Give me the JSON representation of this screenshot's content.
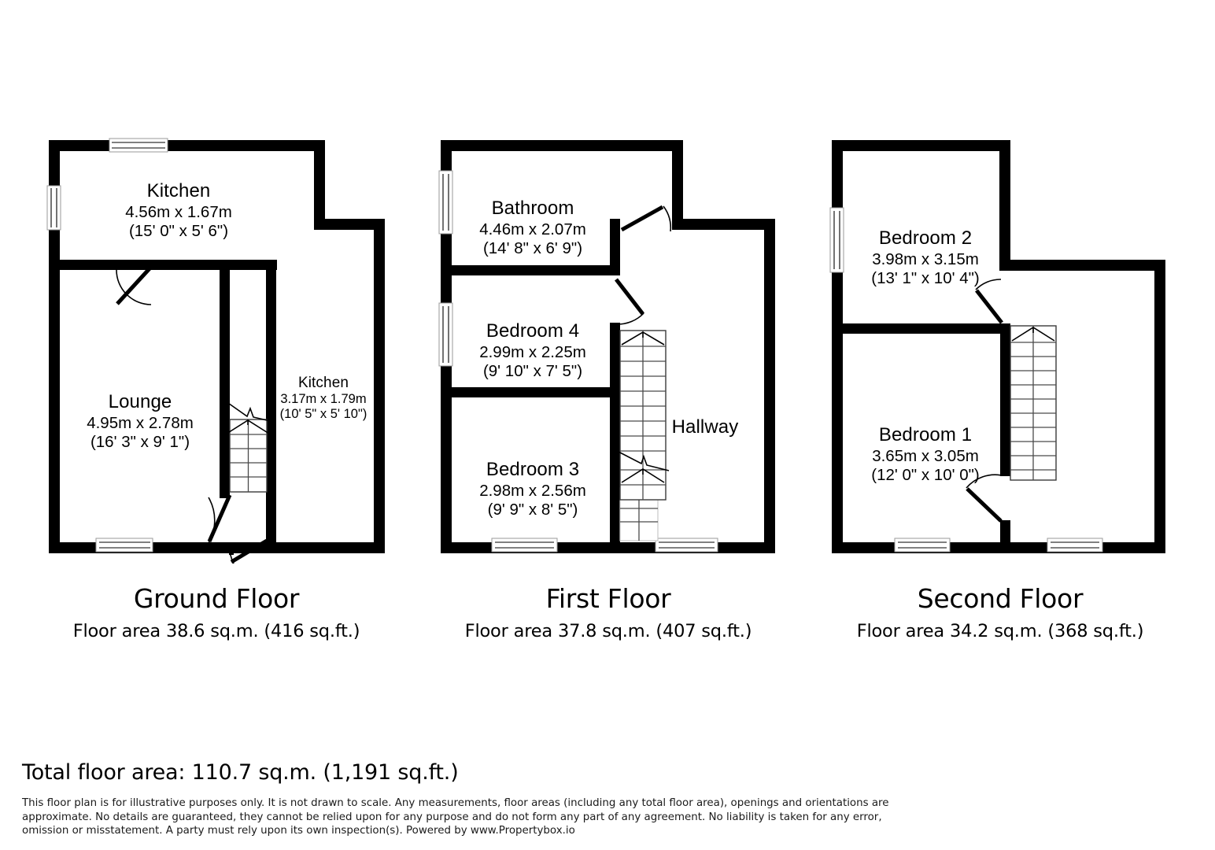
{
  "document": {
    "type": "floor-plan",
    "total_area_text": "Total floor area: 110.7 sq.m. (1,191 sq.ft.)",
    "disclaimer": "This floor plan is for illustrative purposes only. It is not drawn to scale. Any measurements, floor areas (including any total floor area), openings and orientations are approximate. No details are guaranteed, they cannot be relied upon for any purpose and do not form any part of any agreement. No liability is taken for any error, omission or misstatement. A party must rely upon its own inspection(s). Powered by www.Propertybox.io",
    "colors": {
      "wall": "#000000",
      "background": "#ffffff",
      "stair_line": "#4a4a4a",
      "text": "#000000"
    }
  },
  "floors": [
    {
      "id": "ground",
      "title": "Ground Floor",
      "area_text": "Floor area 38.6 sq.m. (416 sq.ft.)",
      "area_sqm": 38.6,
      "area_sqft": 416,
      "rooms": [
        {
          "name": "Kitchen",
          "dim_metric": "4.56m x 1.67m",
          "dim_imperial": "(15' 0\" x 5' 6\")",
          "width_m": 4.56,
          "depth_m": 1.67
        },
        {
          "name": "Lounge",
          "dim_metric": "4.95m x 2.78m",
          "dim_imperial": "(16' 3\" x 9' 1\")",
          "width_m": 4.95,
          "depth_m": 2.78
        },
        {
          "name": "Kitchen",
          "dim_metric": "3.17m x 1.79m",
          "dim_imperial": "(10' 5\" x 5' 10\")",
          "width_m": 3.17,
          "depth_m": 1.79
        }
      ]
    },
    {
      "id": "first",
      "title": "First Floor",
      "area_text": "Floor area 37.8 sq.m. (407 sq.ft.)",
      "area_sqm": 37.8,
      "area_sqft": 407,
      "rooms": [
        {
          "name": "Bathroom",
          "dim_metric": "4.46m x 2.07m",
          "dim_imperial": "(14' 8\" x 6' 9\")",
          "width_m": 4.46,
          "depth_m": 2.07
        },
        {
          "name": "Bedroom 4",
          "dim_metric": "2.99m x 2.25m",
          "dim_imperial": "(9' 10\" x 7' 5\")",
          "width_m": 2.99,
          "depth_m": 2.25
        },
        {
          "name": "Bedroom 3",
          "dim_metric": "2.98m x 2.56m",
          "dim_imperial": "(9' 9\" x 8' 5\")",
          "width_m": 2.98,
          "depth_m": 2.56
        },
        {
          "name": "Hallway",
          "dim_metric": "",
          "dim_imperial": "",
          "width_m": null,
          "depth_m": null
        }
      ]
    },
    {
      "id": "second",
      "title": "Second Floor",
      "area_text": "Floor area 34.2 sq.m. (368 sq.ft.)",
      "area_sqm": 34.2,
      "area_sqft": 368,
      "rooms": [
        {
          "name": "Bedroom 2",
          "dim_metric": "3.98m x 3.15m",
          "dim_imperial": "(13' 1\" x 10' 4\")",
          "width_m": 3.98,
          "depth_m": 3.15
        },
        {
          "name": "Bedroom 1",
          "dim_metric": "3.65m x 3.05m",
          "dim_imperial": "(12' 0\" x 10' 0\")",
          "width_m": 3.65,
          "depth_m": 3.05
        }
      ]
    }
  ]
}
